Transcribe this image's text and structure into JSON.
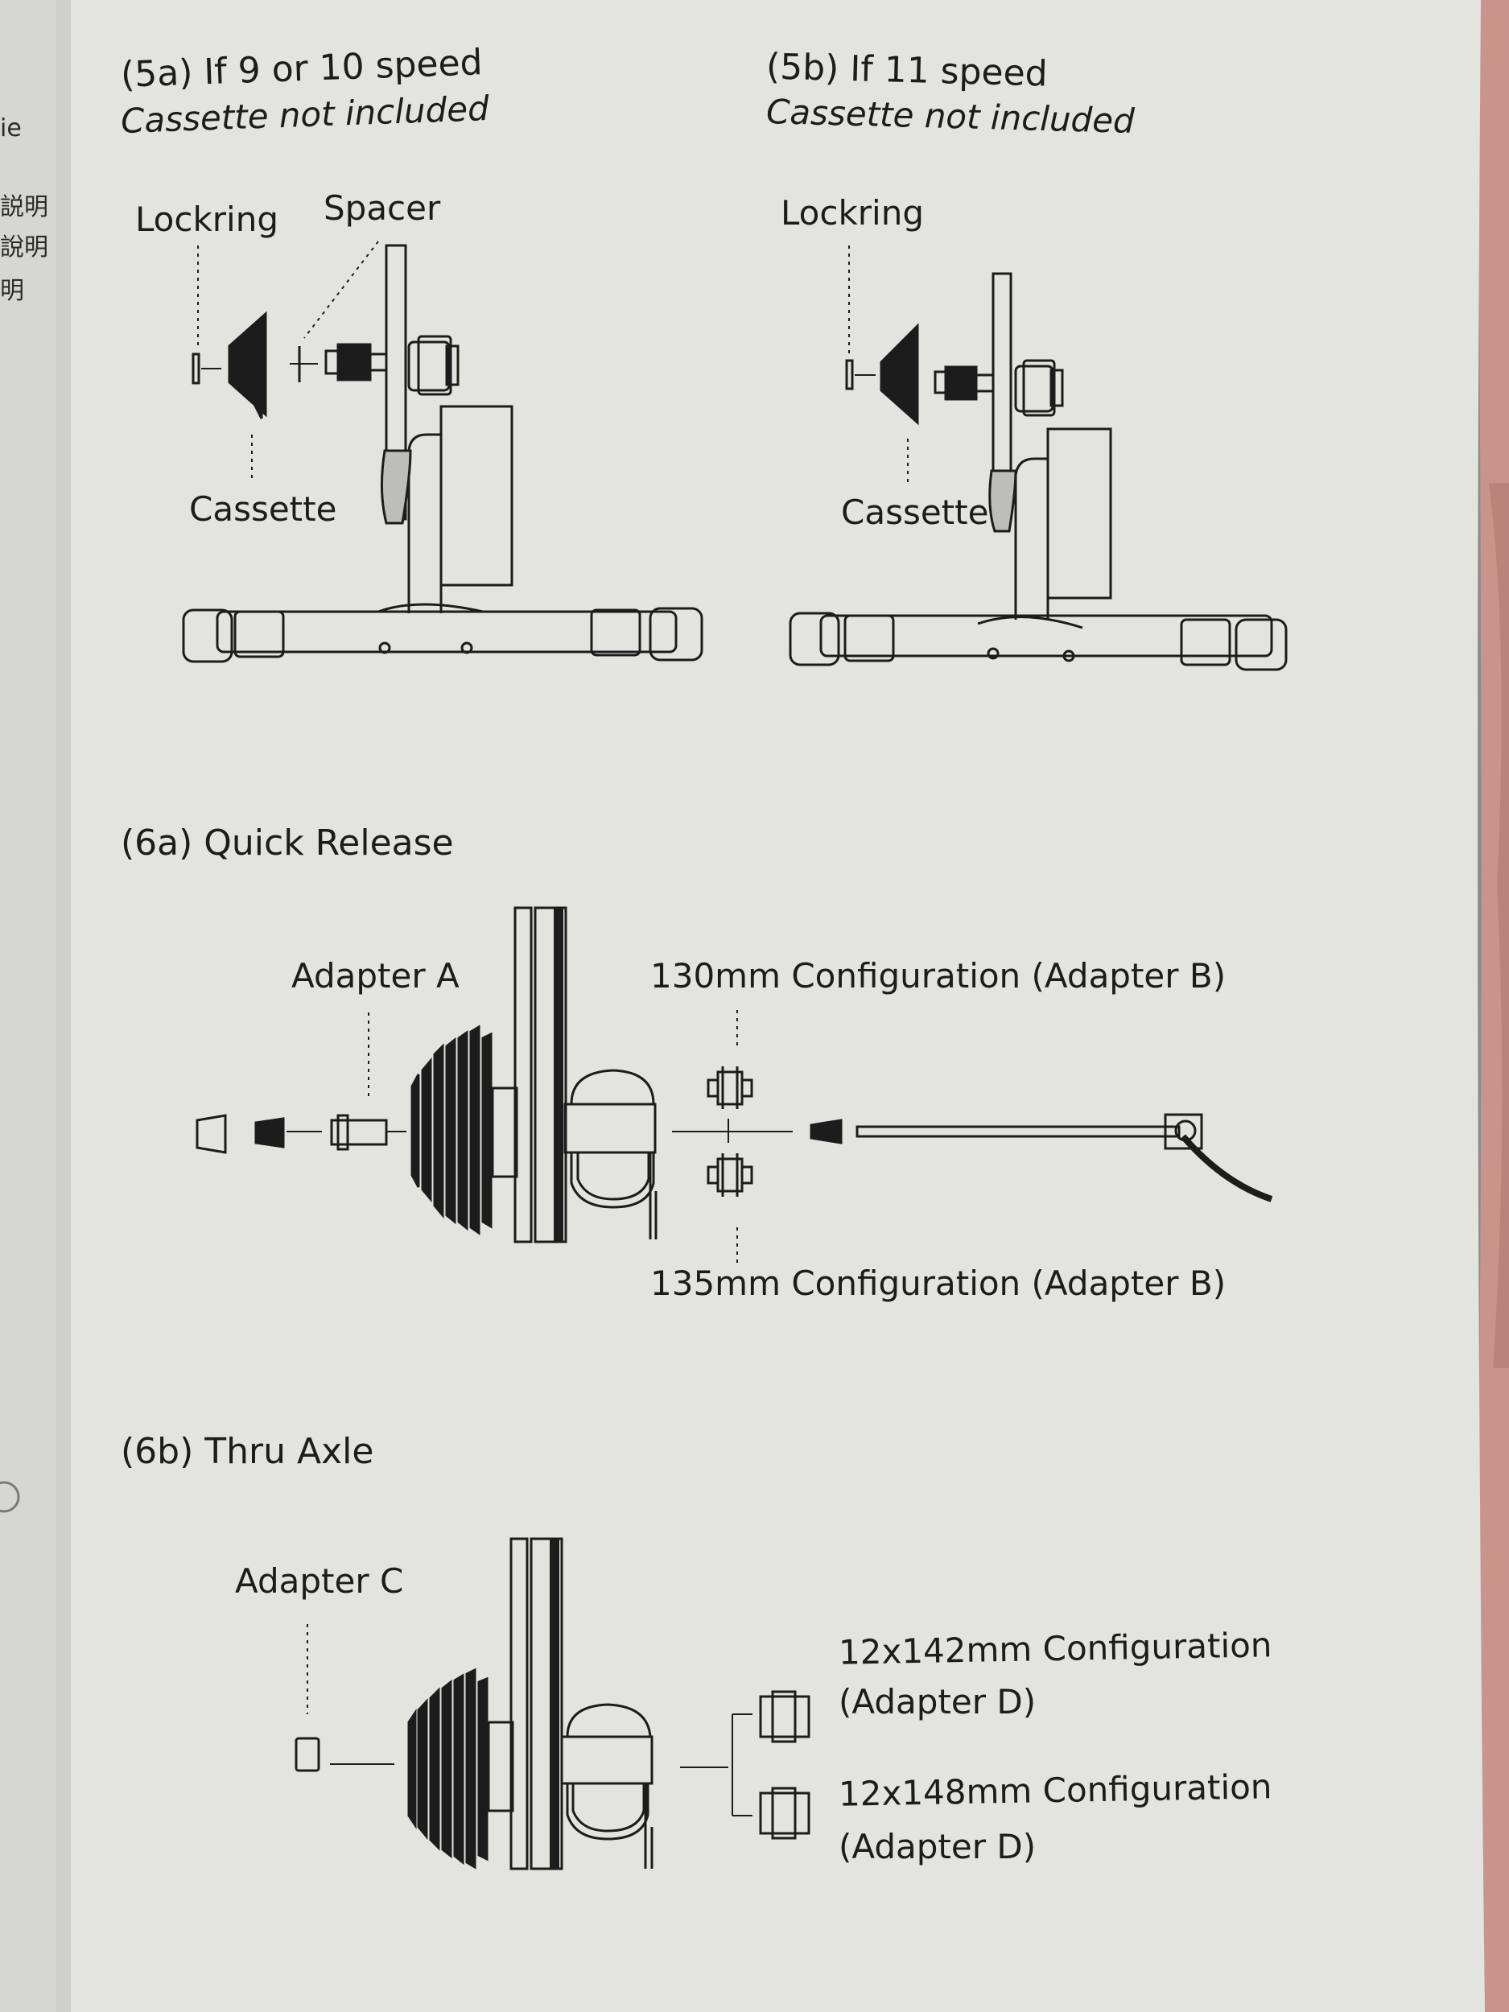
{
  "sections": {
    "s5a": {
      "title": "(5a) If 9 or 10 speed",
      "note": "Cassette not included",
      "labels": {
        "lockring": "Lockring",
        "spacer": "Spacer",
        "cassette": "Cassette"
      }
    },
    "s5b": {
      "title": "(5b) If 11 speed",
      "note": "Cassette not included",
      "labels": {
        "lockring": "Lockring",
        "cassette": "Cassette"
      }
    },
    "s6a": {
      "title": "(6a) Quick Release",
      "labels": {
        "adapter": "Adapter A",
        "config_130": "130mm Configuration (Adapter B)",
        "config_135": "135mm Configuration (Adapter B)"
      }
    },
    "s6b": {
      "title": "(6b) Thru Axle",
      "labels": {
        "adapter": "Adapter C",
        "config_142_line1": "12x142mm Configuration",
        "config_142_line2": "(Adapter D)",
        "config_148_line1": "12x148mm Configuration",
        "config_148_line2": "(Adapter D)"
      }
    }
  },
  "left_page_fragments": [
    "ie",
    "説明",
    "說明",
    "明"
  ],
  "colors": {
    "page": "#e3e3e0",
    "ink": "#1c1c1c",
    "background": "#8d8c88",
    "hand": "#c9958b"
  }
}
